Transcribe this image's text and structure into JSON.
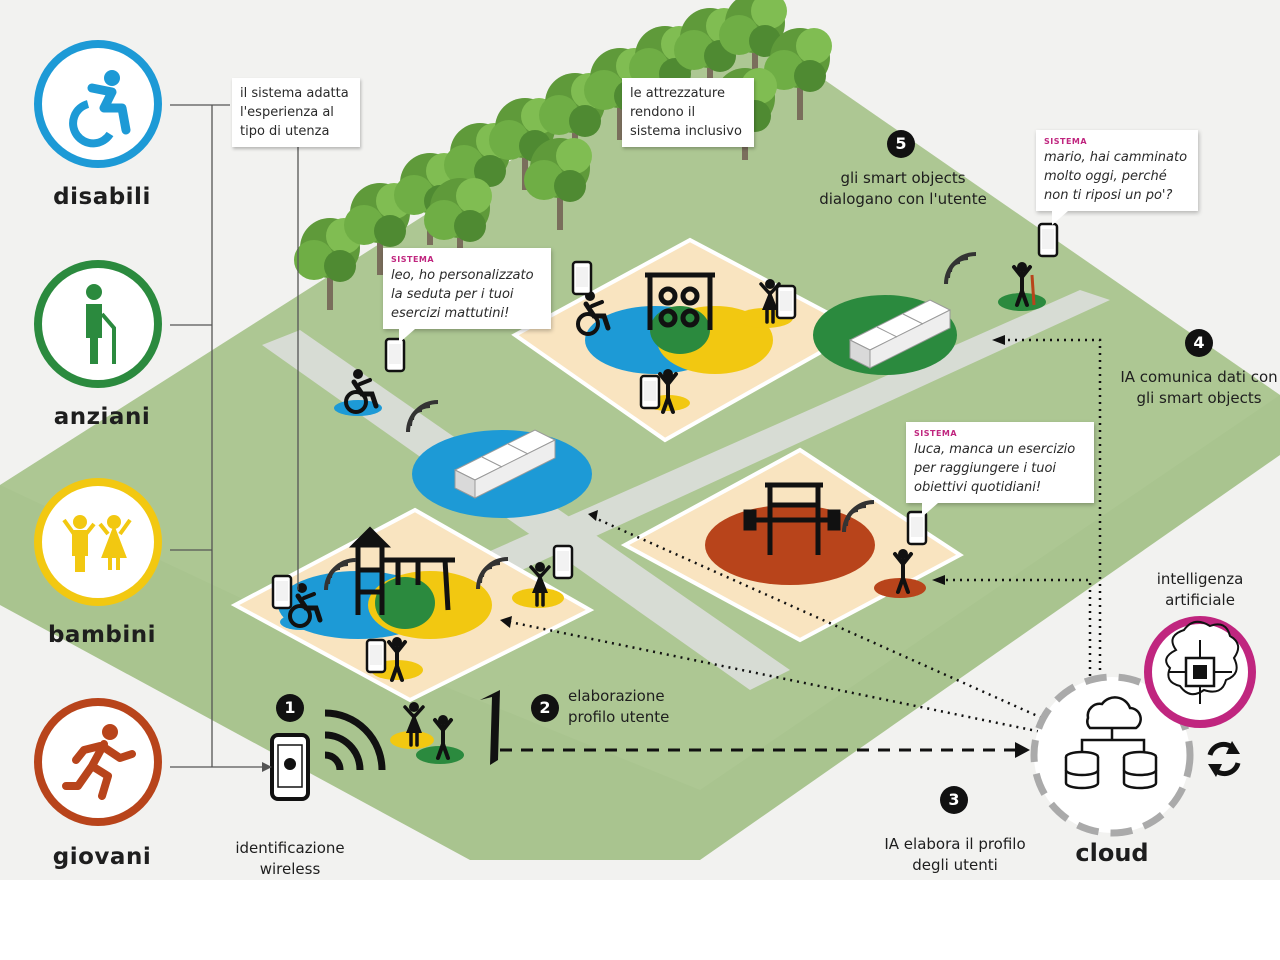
{
  "categories": [
    {
      "label": "disabili",
      "color": "#1d9ad6",
      "icon": "wheelchair-icon"
    },
    {
      "label": "anziani",
      "color": "#2b8a3e",
      "icon": "elderly-person-icon"
    },
    {
      "label": "bambini",
      "color": "#f2c811",
      "icon": "children-icon"
    },
    {
      "label": "giovani",
      "color": "#b8441b",
      "icon": "running-person-icon"
    }
  ],
  "notes": {
    "system_adapts": "il sistema adatta l'esperienza al tipo di utenza",
    "equipment_inclusive": "le attrezzature rendono il sistema inclusivo"
  },
  "bubbles": [
    {
      "tag": "SISTEMA",
      "text": "leo, ho personalizzato la seduta per i tuoi esercizi mattutini!"
    },
    {
      "tag": "SISTEMA",
      "text": "mario, hai camminato molto oggi, perché non ti riposi un po'?"
    },
    {
      "tag": "SISTEMA",
      "text": "luca, manca un esercizio per raggiungere i tuoi obiettivi quotidiani!"
    }
  ],
  "steps": [
    {
      "number": "1",
      "caption": "identificazione wireless"
    },
    {
      "number": "2",
      "caption": "elaborazione profilo utente"
    },
    {
      "number": "3",
      "caption": "IA elabora il profilo degli utenti"
    },
    {
      "number": "4",
      "caption": "IA comunica dati con gli smart objects"
    },
    {
      "number": "5",
      "caption": "gli smart objects dialogano con l'utente"
    }
  ],
  "ai": {
    "label": "intelligenza artificiale",
    "color": "#c0267f",
    "icon": "ai-chip-icon"
  },
  "cloud": {
    "label": "cloud",
    "icon": "cloud-database-icon"
  },
  "colors": {
    "park": "#a9c48f",
    "path": "#d7dcd4",
    "zone": "#f9e4c0",
    "blue": "#1d9ad6",
    "green": "#2b8a3e",
    "yellow": "#f2c811",
    "orange": "#b8441b"
  }
}
